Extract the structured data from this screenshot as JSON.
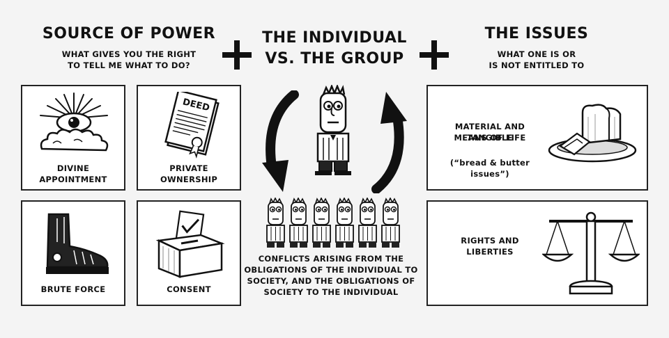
{
  "source_of_power": {
    "title": "SOURCE OF POWER",
    "subtitle_line1": "WHAT GIVES YOU THE RIGHT",
    "subtitle_line2": "TO TELL ME WHAT TO DO?",
    "items": [
      {
        "line1": "DIVINE",
        "line2": "APPOINTMENT",
        "icon": "divine-eye-cloud-icon"
      },
      {
        "line1": "PRIVATE",
        "line2": "OWNERSHIP",
        "icon": "deed-document-icon",
        "icon_text": "DEED"
      },
      {
        "line1": "BRUTE FORCE",
        "line2": "",
        "icon": "boot-icon"
      },
      {
        "line1": "CONSENT",
        "line2": "",
        "icon": "ballot-box-icon"
      }
    ]
  },
  "individual_group": {
    "title_line1": "THE INDIVIDUAL",
    "title_line2": "VS. THE GROUP",
    "caption_line1": "CONFLICTS ARISING FROM THE",
    "caption_line2": "OBLIGATIONS OF THE INDIVIDUAL TO",
    "caption_line3": "SOCIETY, AND THE OBLIGATIONS OF",
    "caption_line4": "SOCIETY TO THE INDIVIDUAL",
    "group_count": 6
  },
  "issues": {
    "title": "THE ISSUES",
    "subtitle_line1": "WHAT ONE IS OR",
    "subtitle_line2": "IS NOT ENTITLED TO",
    "items": [
      {
        "line1": "MATERIAL AND TANGIBLE",
        "line2": "MEANS OF LIFE",
        "note": "(“bread & butter issues”)",
        "icon": "bread-plate-icon"
      },
      {
        "line1": "RIGHTS AND",
        "line2": "LIBERTIES",
        "note": "",
        "icon": "scales-icon"
      }
    ]
  },
  "operators": [
    "plus-icon",
    "plus-icon"
  ]
}
